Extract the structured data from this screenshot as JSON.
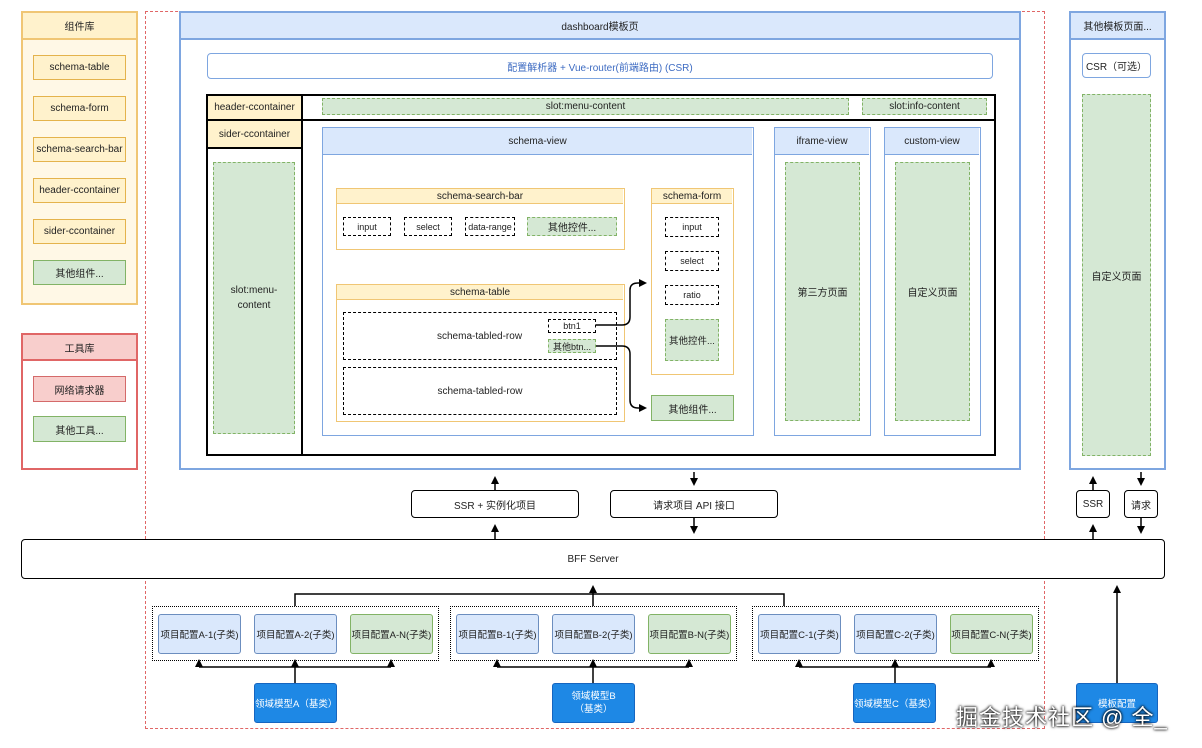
{
  "component_library": {
    "title": "组件库",
    "items": [
      "schema-table",
      "schema-form",
      "schema-search-bar",
      "header-ccontainer",
      "sider-ccontainer",
      "其他组件..."
    ]
  },
  "tool_library": {
    "title": "工具库",
    "items": [
      "网络请求器",
      "其他工具..."
    ]
  },
  "dashboard": {
    "title": "dashboard模板页",
    "router": "配置解析器 + Vue-router(前端路由) (CSR)",
    "header_container": "header-ccontainer",
    "slot_menu_content": "slot:menu-content",
    "slot_info_content": "slot:info-content",
    "sider_container": "sider-ccontainer",
    "sider_slot": "slot:menu-content",
    "schema_view": {
      "title": "schema-view",
      "search_bar": {
        "title": "schema-search-bar",
        "controls": [
          "input",
          "select",
          "data-range",
          "其他控件..."
        ]
      },
      "table": {
        "title": "schema-table",
        "row1": "schema-tabled-row",
        "row2": "schema-tabled-row",
        "btn1": "btn1",
        "other_btn": "其他btn..."
      },
      "form": {
        "title": "schema-form",
        "controls": [
          "input",
          "select",
          "ratio",
          "其他控件..."
        ]
      },
      "other_components": "其他组件..."
    },
    "iframe_view": {
      "title": "iframe-view",
      "content": "第三方页面"
    },
    "custom_view": {
      "title": "custom-view",
      "content": "自定义页面"
    }
  },
  "other_template": {
    "title": "其他模板页面...",
    "csr": "CSR（可选）",
    "content": "自定义页面",
    "ssr": "SSR",
    "request": "请求"
  },
  "ssr_box": "SSR + 实例化项目",
  "api_box": "请求项目 API 接口",
  "bff_server": "BFF Server",
  "groups": [
    {
      "items": [
        "项目配置A-1(子类)",
        "项目配置A-2(子类)",
        "项目配置A-N(子类)"
      ],
      "model": "领域模型A（基类）"
    },
    {
      "items": [
        "项目配置B-1(子类)",
        "项目配置B-2(子类)",
        "项目配置B-N(子类)"
      ],
      "model": "领域模型B（基类）"
    },
    {
      "items": [
        "项目配置C-1(子类)",
        "项目配置C-2(子类)",
        "项目配置C-N(子类)"
      ],
      "model": "领域模型C（基类）"
    }
  ],
  "template_config": "模板配置",
  "watermark": "掘金技术社区 @ 全_"
}
